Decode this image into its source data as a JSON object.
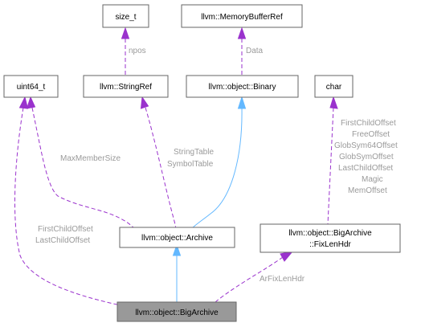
{
  "nodes": {
    "size_t": "size_t",
    "memory_buffer_ref": "llvm::MemoryBufferRef",
    "uint64_t": "uint64_t",
    "string_ref": "llvm::StringRef",
    "binary": "llvm::object::Binary",
    "char": "char",
    "archive": "llvm::object::Archive",
    "fix_len_hdr_line1": "llvm::object::BigArchive",
    "fix_len_hdr_line2": "::FixLenHdr",
    "big_archive": "llvm::object::BigArchive"
  },
  "edge_labels": {
    "npos": "npos",
    "data": "Data",
    "max_member_size": "MaxMemberSize",
    "string_table": "StringTable",
    "symbol_table": "SymbolTable",
    "first_child_offset": "FirstChildOffset",
    "last_child_offset": "LastChildOffset",
    "char_members": [
      "FirstChildOffset",
      "FreeOffset",
      "GlobSym64Offset",
      "GlobSymOffset",
      "LastChildOffset",
      "Magic",
      "MemOffset"
    ],
    "ar_fix_len_hdr": "ArFixLenHdr"
  },
  "colors": {
    "member_edge": "#9a32cd",
    "inherit_edge": "#63b8ff",
    "focus_fill": "#999999"
  }
}
